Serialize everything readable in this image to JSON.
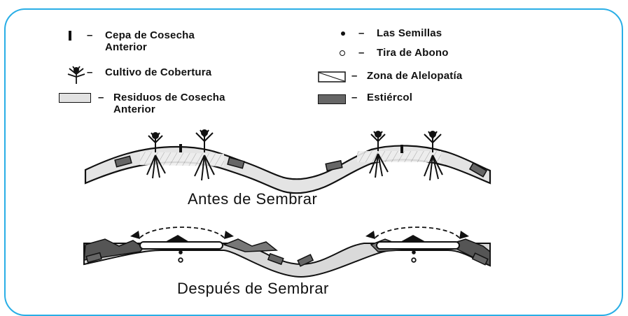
{
  "legend": {
    "cepa": {
      "dash": "–",
      "label_line1": "Cepa de Cosecha",
      "label_line2": "Anterior"
    },
    "cultivo": {
      "dash": "–",
      "label": "Cultivo de Cobertura"
    },
    "residuos": {
      "dash": "–",
      "label_line1": "Residuos de Cosecha",
      "label_line2": "Anterior"
    },
    "semillas": {
      "dash": "–",
      "label": "Las Semillas"
    },
    "abono": {
      "dash": "–",
      "label": "Tira de Abono"
    },
    "alelopatia": {
      "dash": "–",
      "label": "Zona de Alelopatía"
    },
    "estiercol": {
      "dash": "–",
      "label": "Estiércol"
    }
  },
  "captions": {
    "before": "Antes de Sembrar",
    "after": "Después de Sembrar"
  },
  "colors": {
    "border": "#29aee6",
    "residue": "#e2e2e2",
    "manure": "#666666",
    "ink": "#111111"
  }
}
